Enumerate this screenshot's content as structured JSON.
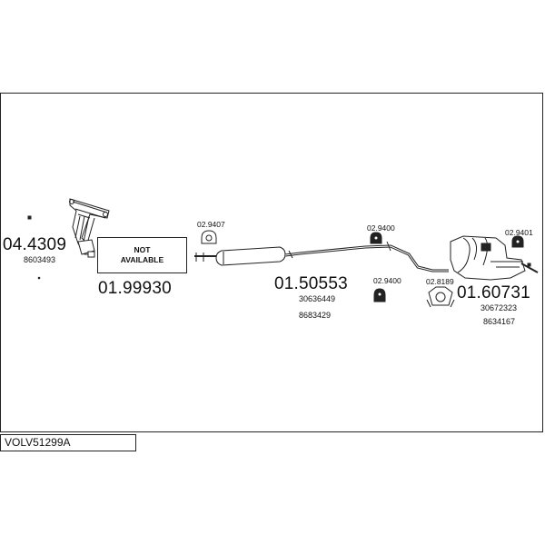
{
  "diagram_code": "VOLV51299A",
  "parts": {
    "manifold": {
      "number": "04.4309",
      "ref": "8603493"
    },
    "not_available": {
      "line1": "NOT",
      "line2": "AVAILABLE",
      "number": "01.99930"
    },
    "clamp_front": {
      "number": "02.9407"
    },
    "middle_silencer": {
      "number": "01.50553",
      "ref1": "30636449",
      "ref2": "8683429"
    },
    "hanger_upper": {
      "number": "02.9400"
    },
    "hanger_lower": {
      "number": "02.9400"
    },
    "gasket_ring": {
      "number": "02.8189"
    },
    "hanger_rear": {
      "number": "02.9401"
    },
    "rear_silencer": {
      "number": "01.60731",
      "ref1": "30672323",
      "ref2": "8634167"
    }
  }
}
